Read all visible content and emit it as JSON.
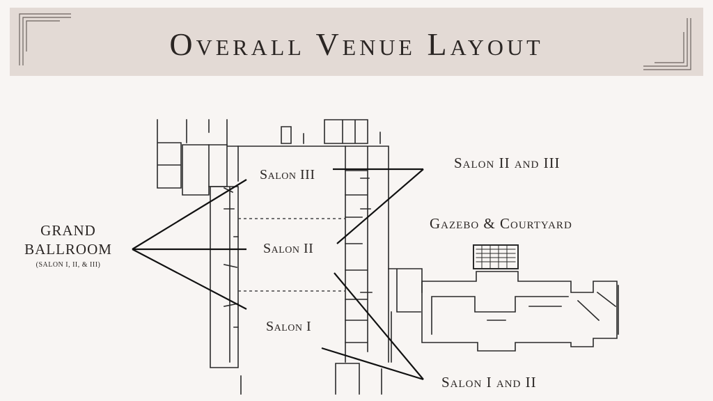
{
  "header": {
    "title": "Overall Venue Layout"
  },
  "labels": {
    "grand_ballroom_line1": "GRAND",
    "grand_ballroom_line2": "BALLROOM",
    "grand_ballroom_sub": "(SALON I, II, & III)",
    "salon_iii": "Salon III",
    "salon_ii": "Salon II",
    "salon_i": "Salon I",
    "salon_ii_and_iii": "Salon II and III",
    "salon_i_and_ii": "Salon I and II",
    "gazebo_courtyard": "Gazebo & Courtyard"
  },
  "colors": {
    "background": "#f8f5f3",
    "banner": "#e3dad5",
    "text": "#2a2523",
    "lines": "#111111"
  }
}
